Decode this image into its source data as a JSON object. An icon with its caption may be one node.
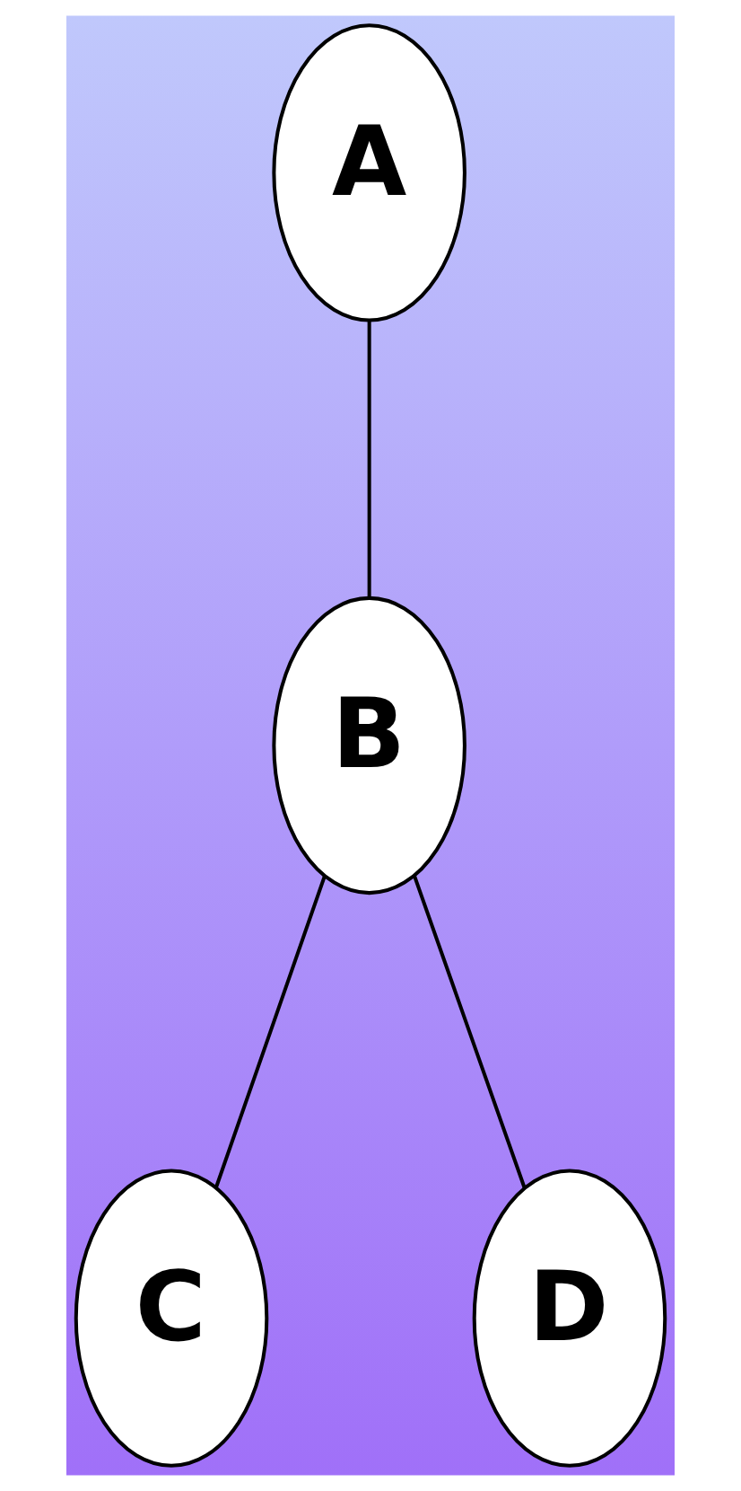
{
  "diagram": {
    "nodes": [
      {
        "text": [
          "A"
        ]
      },
      {
        "text": [
          "B"
        ]
      },
      {
        "text": [
          "C"
        ]
      },
      {
        "text": [
          "D"
        ]
      }
    ],
    "edges": [
      {
        "from": 0,
        "to": 1,
        "arrow": "none"
      },
      {
        "from": 1,
        "to": 2,
        "arrow": "none"
      },
      {
        "from": 1,
        "to": 3,
        "arrow": "none"
      }
    ]
  }
}
